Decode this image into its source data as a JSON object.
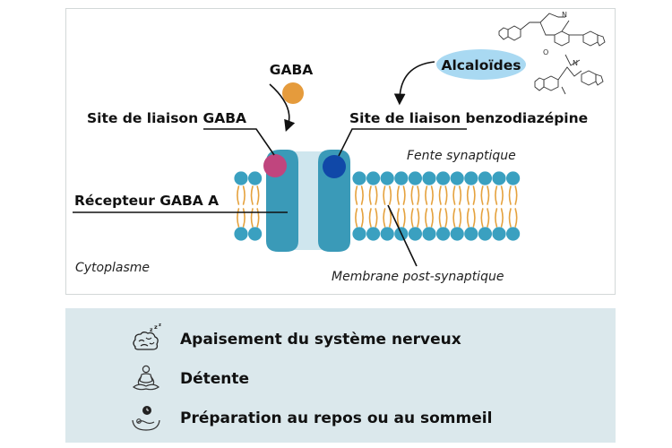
{
  "diagram": {
    "gaba_label": "GABA",
    "gaba_site_label": "Site de liaison GABA",
    "benzo_site_label": "Site de liaison benzodiazépine",
    "alkaloids_label": "Alcaloïdes",
    "receptor_label": "Récepteur GABA A",
    "cleft_label": "Fente synaptique",
    "cytoplasm_label": "Cytoplasme",
    "membrane_label": "Membrane post-synaptique",
    "colors": {
      "gaba_molecule": "#e59b3c",
      "gaba_site": "#c0457e",
      "benzo_site": "#1048a8",
      "receptor": "#3a9ab8",
      "channel_pore": "#cfe6ee",
      "lipid_head": "#3aa0c0",
      "lipid_tail": "#e5a23e",
      "alkaloid_bubble": "#a9d9f2"
    }
  },
  "effects": [
    {
      "icon": "brain-sleep-icon",
      "label": "Apaisement du système nerveux"
    },
    {
      "icon": "meditation-icon",
      "label": "Détente"
    },
    {
      "icon": "sleep-bed-icon",
      "label": "Préparation au repos ou au sommeil"
    }
  ]
}
